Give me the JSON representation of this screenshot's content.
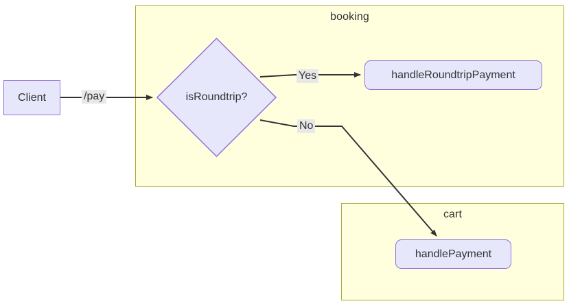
{
  "diagram": {
    "type": "flowchart",
    "direction": "left-to-right",
    "clusters": [
      {
        "id": "booking",
        "label": "booking"
      },
      {
        "id": "cart",
        "label": "cart"
      }
    ],
    "nodes": [
      {
        "id": "client",
        "label": "Client",
        "shape": "rectangle"
      },
      {
        "id": "decision",
        "label": "isRoundtrip?",
        "shape": "diamond"
      },
      {
        "id": "handleRoundtripPayment",
        "label": "handleRoundtripPayment",
        "shape": "rounded-rectangle"
      },
      {
        "id": "handlePayment",
        "label": "handlePayment",
        "shape": "rounded-rectangle"
      }
    ],
    "edges": [
      {
        "from": "client",
        "to": "decision",
        "label": "/pay"
      },
      {
        "from": "decision",
        "to": "handleRoundtripPayment",
        "label": "Yes"
      },
      {
        "from": "decision",
        "to": "handlePayment",
        "label": "No"
      }
    ],
    "colors": {
      "node_fill": "#e7e7fb",
      "node_stroke": "#9370db",
      "cluster_fill": "#ffffde",
      "cluster_stroke": "#aaaa33",
      "edge_stroke": "#333333",
      "edge_label_background": "#e8e8e8",
      "text": "#333333",
      "page_background": "#ffffff"
    }
  }
}
